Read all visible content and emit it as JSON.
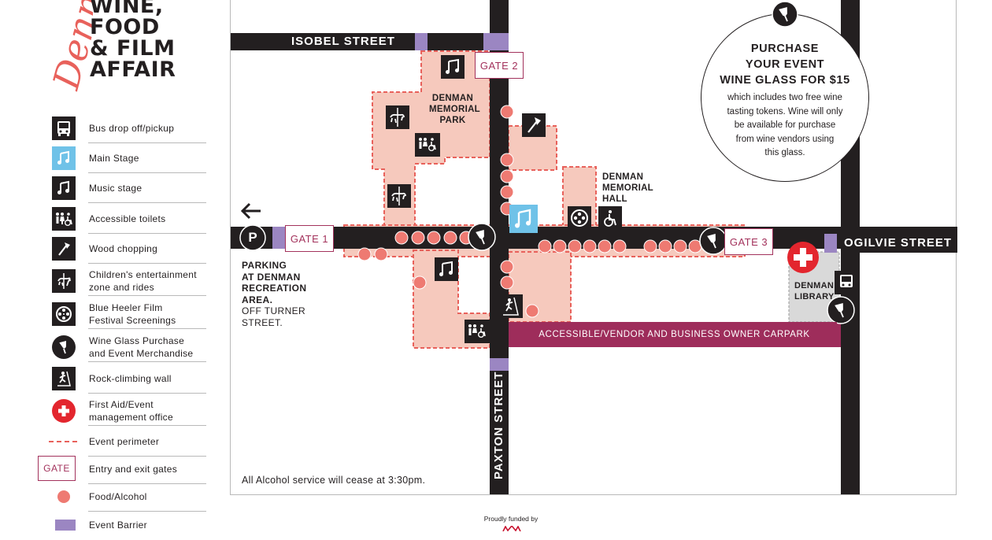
{
  "brand": {
    "script_text": "Denman",
    "title_lines": [
      "WINE,",
      "FOOD",
      "& FILM",
      "AFFAIR"
    ]
  },
  "legend": [
    {
      "id": "bus",
      "label": [
        "Bus drop off/pickup"
      ],
      "icon": "bus-icon"
    },
    {
      "id": "main-stage",
      "label": [
        "Main Stage"
      ],
      "icon": "music-note-icon"
    },
    {
      "id": "music-stage",
      "label": [
        "Music stage"
      ],
      "icon": "music-note-icon"
    },
    {
      "id": "toilets",
      "label": [
        "Accessible toilets"
      ],
      "icon": "toilets-icon"
    },
    {
      "id": "wood",
      "label": [
        "Wood chopping"
      ],
      "icon": "axe-icon"
    },
    {
      "id": "children",
      "label": [
        "Children's entertainment",
        "zone and rides"
      ],
      "icon": "carousel-horse-icon"
    },
    {
      "id": "film",
      "label": [
        "Blue Heeler Film",
        "Festival Screenings"
      ],
      "icon": "film-reel-icon"
    },
    {
      "id": "wine",
      "label": [
        "Wine Glass Purchase",
        "and Event Merchandise"
      ],
      "icon": "wine-glass-icon"
    },
    {
      "id": "rock",
      "label": [
        "Rock-climbing wall"
      ],
      "icon": "climber-icon"
    },
    {
      "id": "firstaid",
      "label": [
        "First Aid/Event",
        "management office"
      ],
      "icon": "first-aid-cross-icon"
    },
    {
      "id": "perimeter",
      "label": [
        "Event perimeter"
      ],
      "icon": "dashed-line-icon"
    },
    {
      "id": "gates",
      "label": [
        "Entry and exit gates"
      ],
      "icon": "gate-box-icon",
      "icon_text": "GATE"
    },
    {
      "id": "food",
      "label": [
        "Food/Alcohol"
      ],
      "icon": "food-dot-icon"
    },
    {
      "id": "barrier",
      "label": [
        "Event Barrier"
      ],
      "icon": "barrier-rect-icon"
    }
  ],
  "map": {
    "streets": {
      "isobel": "ISOBEL STREET",
      "ogilvie": "OGILVIE STREET",
      "paxton": "PAXTON STREET"
    },
    "gates": {
      "gate1": "GATE 1",
      "gate2": "GATE 2",
      "gate3": "GATE 3"
    },
    "park_label": [
      "DENMAN",
      "MEMORIAL",
      "PARK"
    ],
    "hall_label": [
      "DENMAN",
      "MEMORIAL",
      "HALL"
    ],
    "library_label": [
      "DENMAN",
      "LIBRARY"
    ],
    "parking_symbol": "P",
    "parking_bold": [
      "PARKING",
      "AT DENMAN",
      "RECREATION",
      "AREA."
    ],
    "parking_regular": [
      "OFF TURNER",
      "STREET."
    ],
    "carpark": "ACCESSIBLE/VENDOR AND BUSINESS OWNER CARPARK",
    "alcohol_note": "All Alcohol service will cease at 3:30pm.",
    "promo_title": [
      "PURCHASE",
      "YOUR EVENT",
      "WINE GLASS FOR $15"
    ],
    "promo_body": [
      "which includes two free wine",
      "tasting tokens. Wine will only",
      "be available for purchase",
      "from wine vendors using",
      "this glass."
    ]
  },
  "footer": {
    "funded_by": "Proudly funded by"
  },
  "colors": {
    "road": "#231f20",
    "zone_fill": "#f6c9bd",
    "perimeter": "#e8615b",
    "food_dot": "#ee7a72",
    "barrier": "#9b86c2",
    "gate": "#a3325c",
    "main_stage": "#6fc2e8",
    "first_aid": "#e3262e",
    "library_fill": "#d9d9d9"
  }
}
